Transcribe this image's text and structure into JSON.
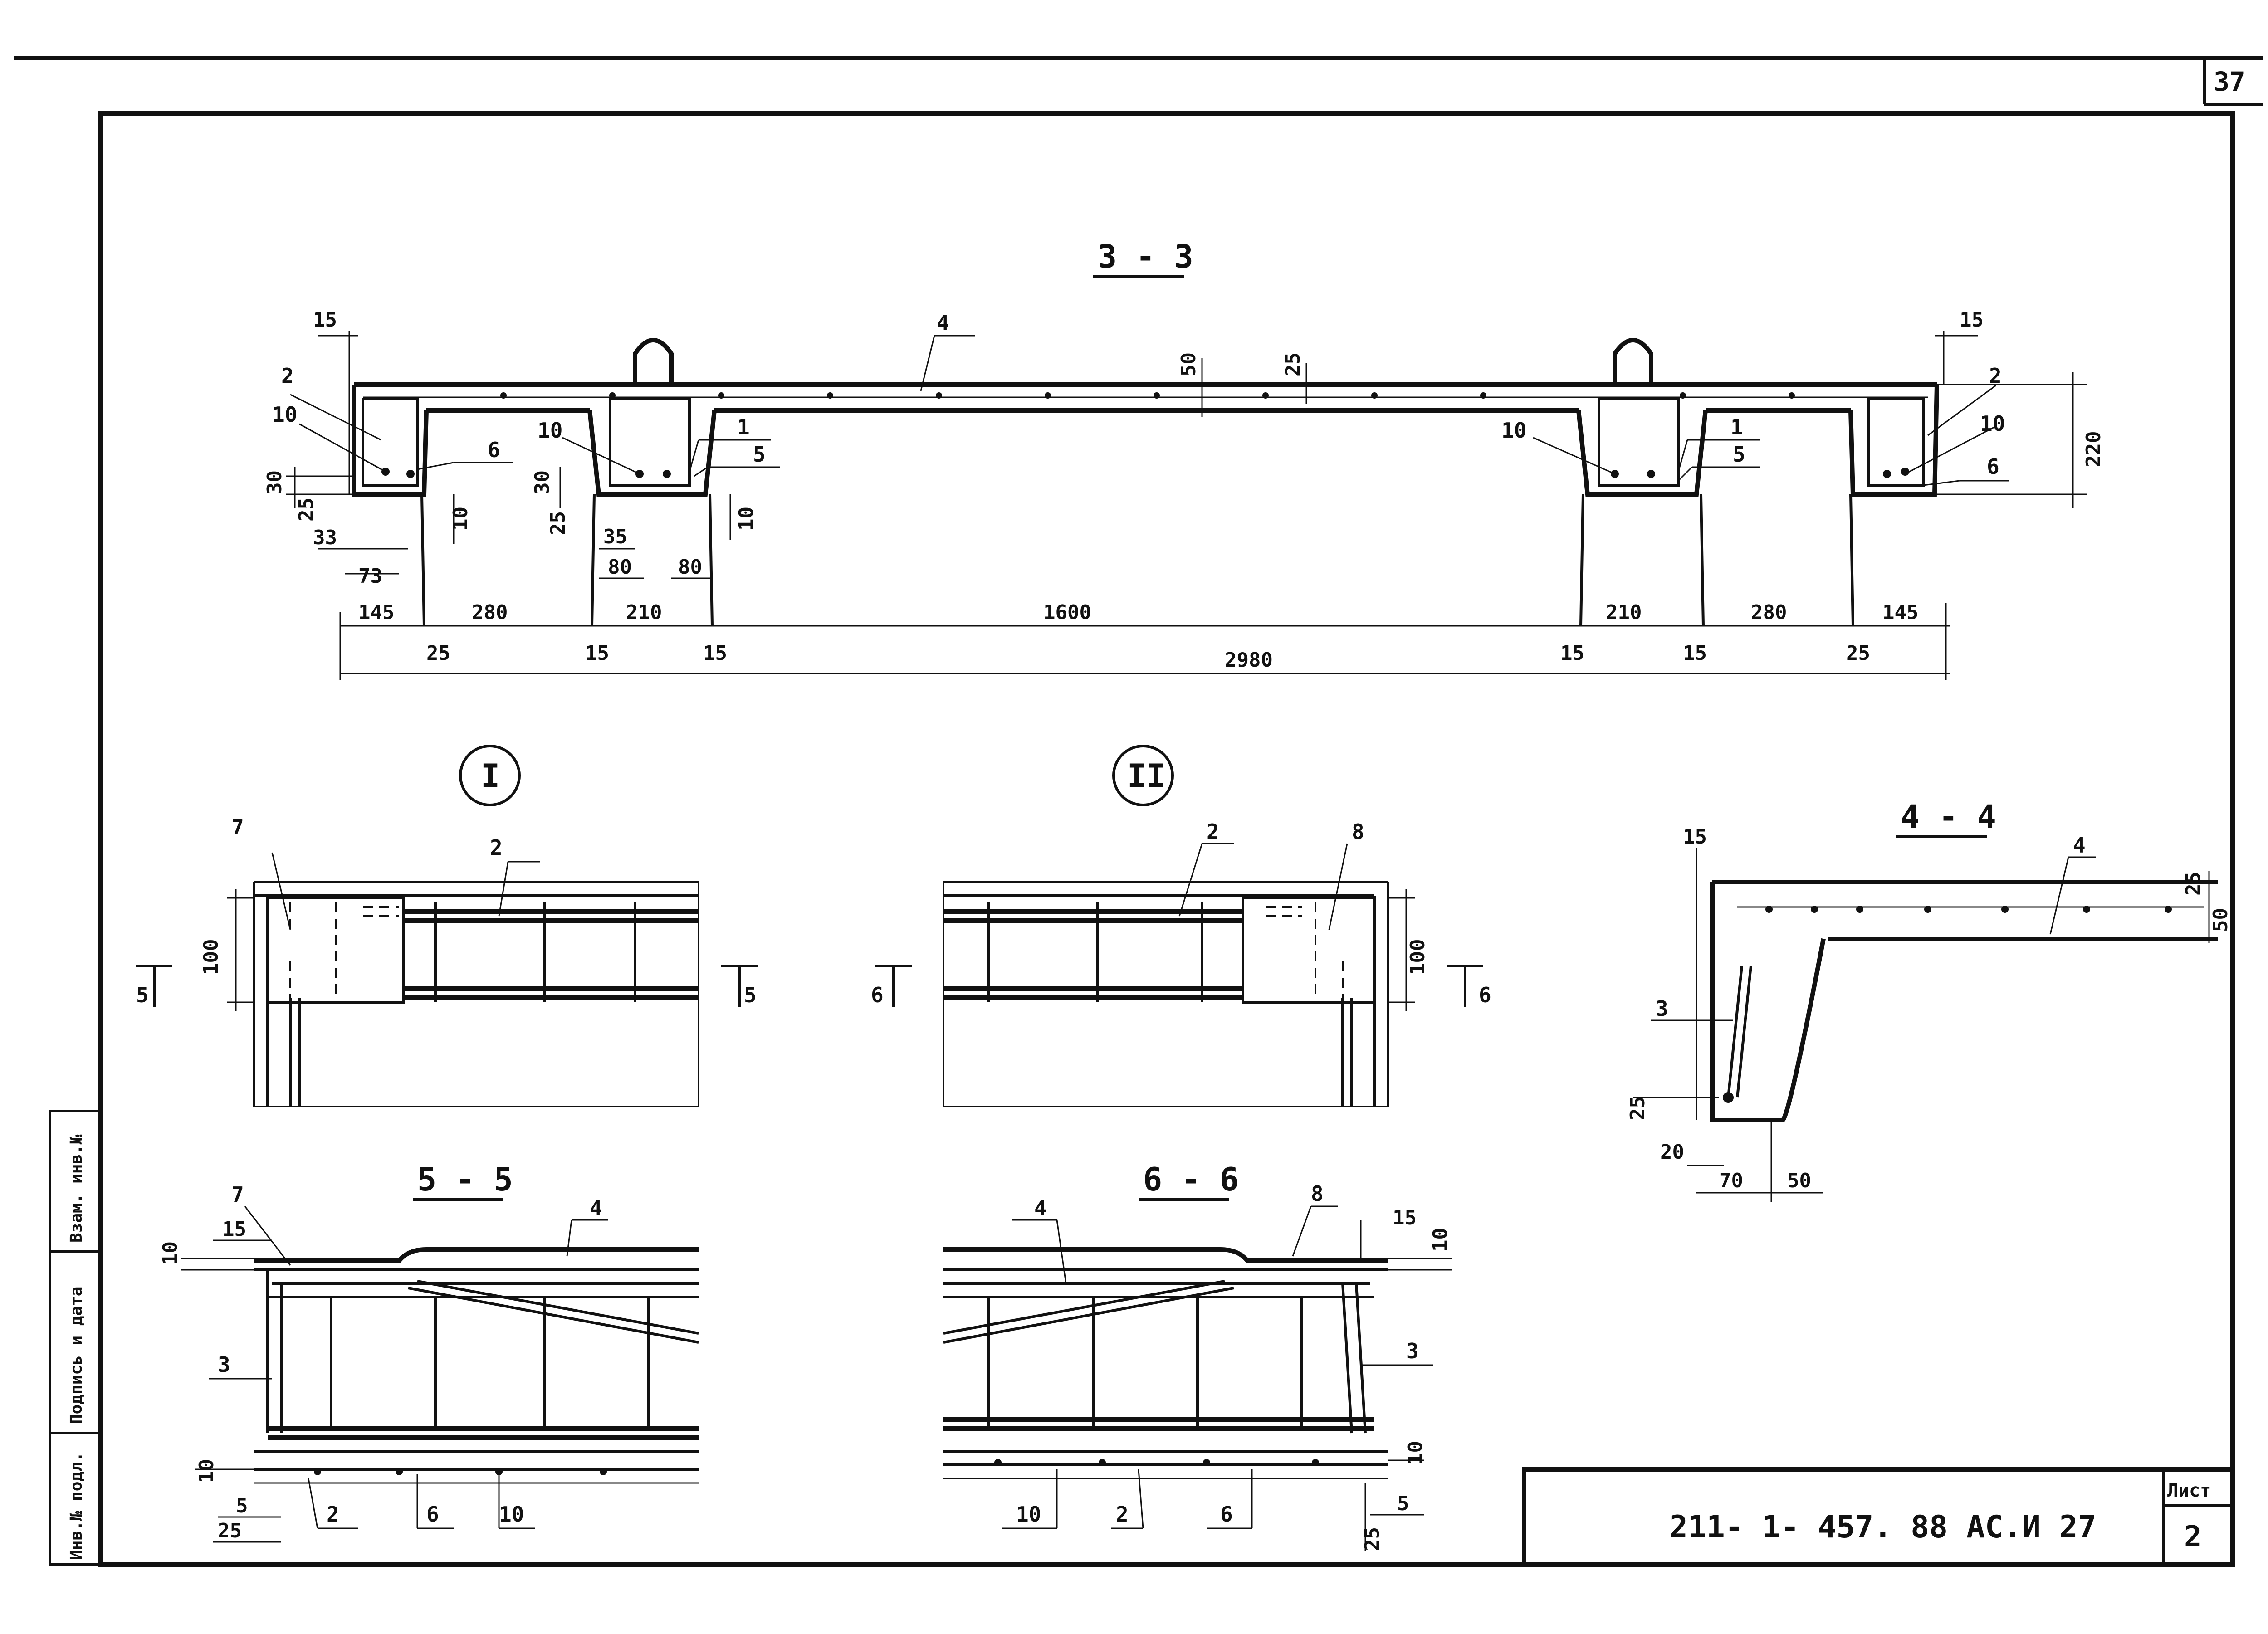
{
  "sheet_number_top": "37",
  "sheet": {
    "designation": "211- 1- 457. 88   АС.И 27",
    "sheet_label": "Лист",
    "sheet_no": "2"
  },
  "side_stamp": {
    "cell1": "Инв.№ подл.",
    "cell2": "Подпись и дата",
    "cell3": "Взам. инв.№"
  },
  "sections": {
    "s33": {
      "title": "3 - 3",
      "callouts": [
        "4",
        "2",
        "10",
        "6",
        "10",
        "1",
        "5",
        "10",
        "1",
        "5",
        "2",
        "10",
        "6"
      ],
      "dims_top": [
        "15",
        "50",
        "25",
        "15"
      ],
      "dims_vert": [
        "30",
        "25",
        "10",
        "30",
        "25",
        "10",
        "220"
      ],
      "dims_row1": [
        "33",
        "73",
        "35",
        "80",
        "80"
      ],
      "dims_row2": [
        "145",
        "280",
        "210",
        "1600",
        "210",
        "280",
        "145"
      ],
      "dims_row3": [
        "25",
        "15",
        "15",
        "2980",
        "15",
        "15",
        "25"
      ]
    },
    "node1": {
      "title": "I",
      "callouts": [
        "7",
        "2"
      ],
      "dim": "100",
      "cut_left": "5",
      "cut_right": "5"
    },
    "node2": {
      "title": "II",
      "callouts": [
        "2",
        "8"
      ],
      "dim": "100",
      "cut_left": "6",
      "cut_right": "6"
    },
    "s44": {
      "title": "4 - 4",
      "callouts": [
        "4",
        "3"
      ],
      "dims": [
        "15",
        "25",
        "50",
        "25",
        "20",
        "70",
        "50"
      ]
    },
    "s55": {
      "title": "5 - 5",
      "callouts": [
        "7",
        "4",
        "3",
        "2",
        "6",
        "10"
      ],
      "dims": [
        "10",
        "15",
        "10",
        "5",
        "25"
      ]
    },
    "s66": {
      "title": "6 - 6",
      "callouts": [
        "4",
        "8",
        "3",
        "10",
        "2",
        "6"
      ],
      "dims": [
        "15",
        "10",
        "10",
        "5",
        "25"
      ]
    }
  }
}
